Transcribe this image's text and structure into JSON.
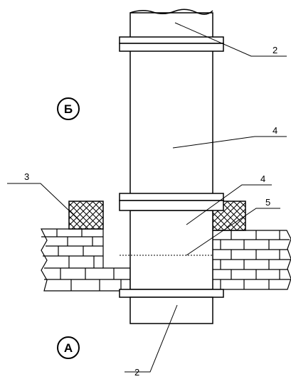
{
  "labels": {
    "pipe_top": "2",
    "pipe_bottom": "2",
    "pipe_upper": "4",
    "pipe_lower": "4",
    "seal": "3",
    "fill_level": "5"
  },
  "zones": {
    "upper": "Б",
    "lower": "А"
  }
}
